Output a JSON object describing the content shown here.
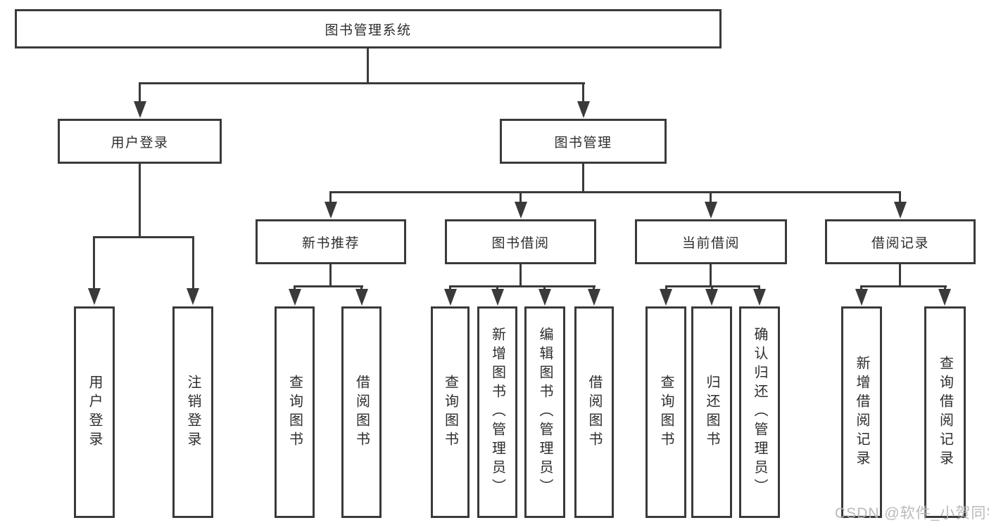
{
  "tree": {
    "root": {
      "label": "图书管理系统",
      "children": [
        {
          "label": "用户登录",
          "children": [
            {
              "label": "用户登录"
            },
            {
              "label": "注销登录"
            }
          ]
        },
        {
          "label": "图书管理",
          "children": [
            {
              "label": "新书推荐",
              "children": [
                {
                  "label": "查询图书"
                },
                {
                  "label": "借阅图书"
                }
              ]
            },
            {
              "label": "图书借阅",
              "children": [
                {
                  "label": "查询图书"
                },
                {
                  "label": "新增图书（管理员）"
                },
                {
                  "label": "编辑图书（管理员）"
                },
                {
                  "label": "借阅图书"
                }
              ]
            },
            {
              "label": "当前借阅",
              "children": [
                {
                  "label": "查询图书"
                },
                {
                  "label": "归还图书"
                },
                {
                  "label": "确认归还（管理员）"
                }
              ]
            },
            {
              "label": "借阅记录",
              "children": [
                {
                  "label": "新增借阅记录"
                },
                {
                  "label": "查询借阅记录"
                }
              ]
            }
          ]
        }
      ]
    }
  },
  "watermark": {
    "text": "CSDN @软件_小贺同学"
  },
  "colors": {
    "line": "#3a3a3a",
    "text": "#2d2d2d",
    "watermark": "#b4b4b4",
    "background": "#ffffff"
  }
}
